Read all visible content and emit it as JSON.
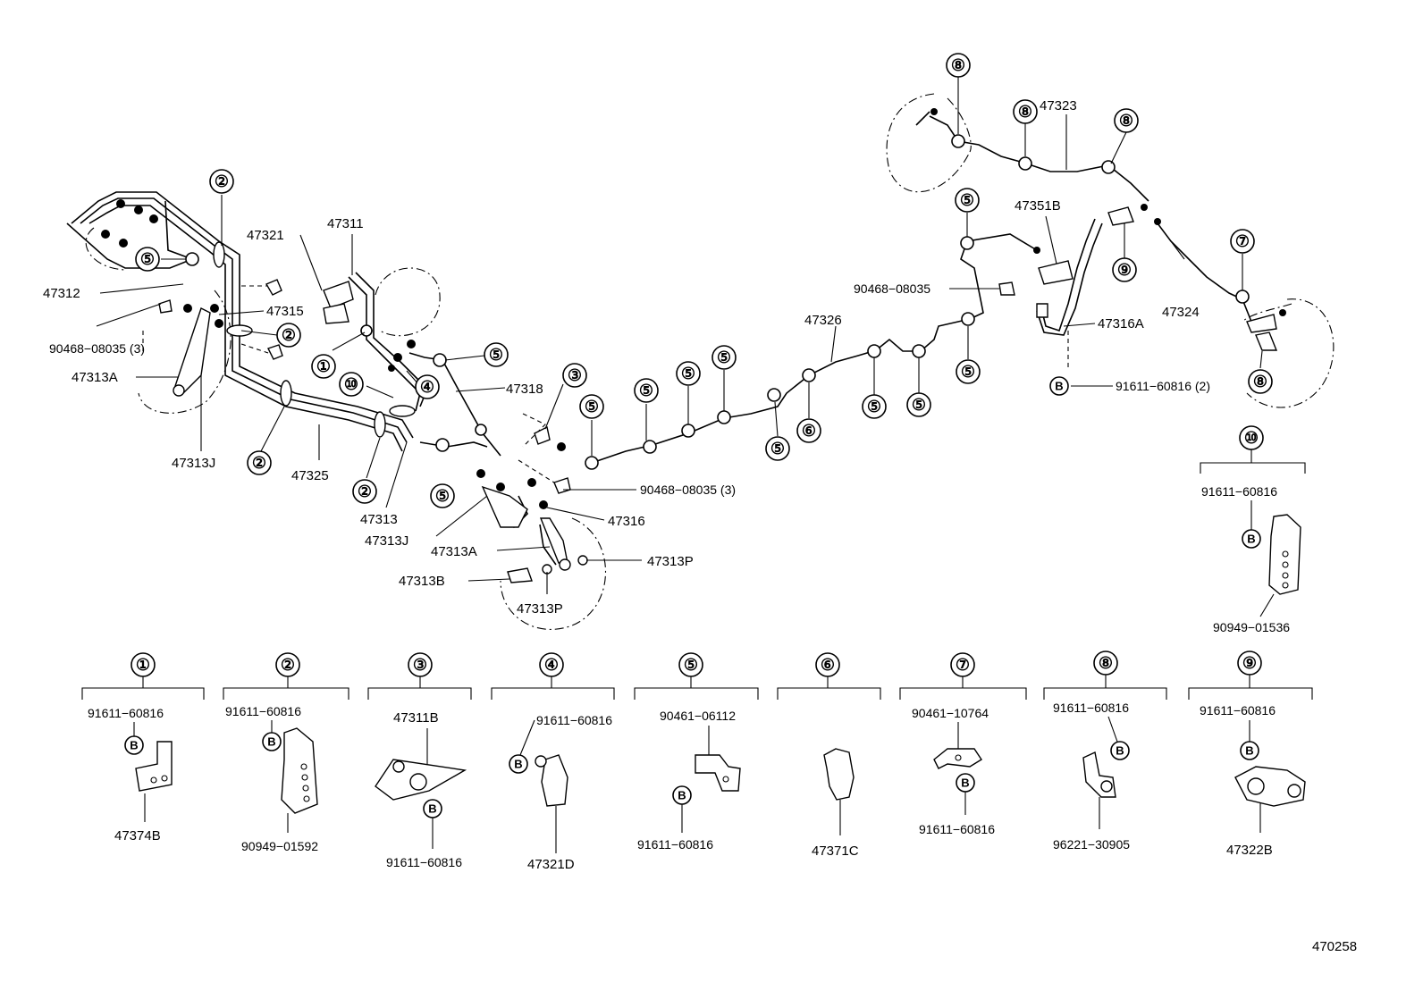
{
  "diagram_id": "470258",
  "callouts": {
    "c1": "①",
    "c2": "②",
    "c3": "③",
    "c4": "④",
    "c5": "⑤",
    "c6": "⑥",
    "c7": "⑦",
    "c8": "⑧",
    "c9": "⑨",
    "c10": "⑩",
    "bolt": "B"
  },
  "parts": {
    "p47312": "47312",
    "p90468_3": "90468−08035 (3)",
    "p47313A": "47313A",
    "p47313J": "47313J",
    "p47315": "47315",
    "p47321": "47321",
    "p47311": "47311",
    "p47325": "47325",
    "p47313": "47313",
    "p47313J_2": "47313J",
    "p47313A_2": "47313A",
    "p47313B": "47313B",
    "p47313P": "47313P",
    "p47313P_2": "47313P",
    "p47318": "47318",
    "p47316": "47316",
    "p90468_3b": "90468−08035 (3)",
    "p47326": "47326",
    "p90468": "90468−08035",
    "p47323": "47323",
    "p47351B": "47351B",
    "p47316A": "47316A",
    "p47324": "47324",
    "p91611_2": "91611−60816 (2)"
  },
  "detail_groups": [
    {
      "callout": "①",
      "top_part": "91611−60816",
      "bottom_part": "47374B"
    },
    {
      "callout": "②",
      "top_part": "91611−60816",
      "bottom_part": "90949−01592"
    },
    {
      "callout": "③",
      "top_part": "47311B",
      "bottom_part": "91611−60816"
    },
    {
      "callout": "④",
      "top_part": "91611−60816",
      "bottom_part": "47321D"
    },
    {
      "callout": "⑤",
      "top_part": "90461−06112",
      "bottom_part": "91611−60816"
    },
    {
      "callout": "⑥",
      "top_part": "",
      "bottom_part": "47371C"
    },
    {
      "callout": "⑦",
      "top_part": "90461−10764",
      "bottom_part": "91611−60816"
    },
    {
      "callout": "⑧",
      "top_part": "91611−60816",
      "bottom_part": "96221−30905"
    },
    {
      "callout": "⑨",
      "top_part": "91611−60816",
      "bottom_part": "47322B"
    },
    {
      "callout": "⑩",
      "top_part": "91611−60816",
      "bottom_part": "90949−01536"
    }
  ]
}
